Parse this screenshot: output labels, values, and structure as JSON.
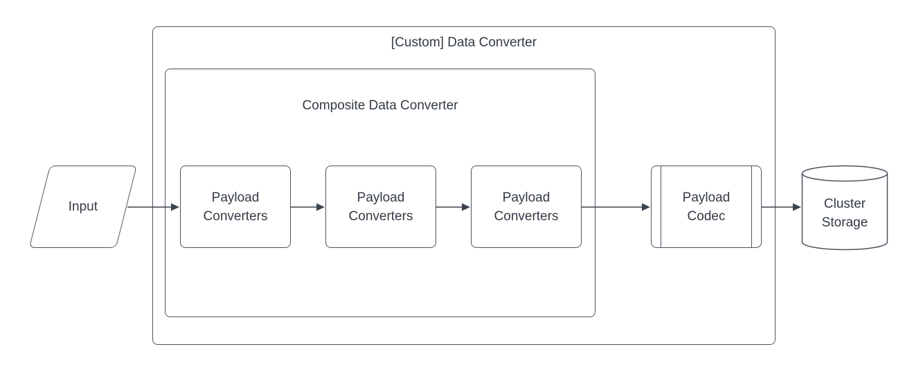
{
  "groups": {
    "outer": {
      "title": "[Custom] Data Converter"
    },
    "inner": {
      "title": "Composite Data Converter"
    }
  },
  "nodes": {
    "input": {
      "label": "Input",
      "shape": "parallelogram"
    },
    "converters": [
      {
        "label": "Payload Converters",
        "shape": "process"
      },
      {
        "label": "Payload Converters",
        "shape": "process"
      },
      {
        "label": "Payload Converters",
        "shape": "process"
      }
    ],
    "codec": {
      "label": "Payload Codec",
      "shape": "predefined-process"
    },
    "storage": {
      "label": "Cluster Storage",
      "shape": "cylinder"
    }
  },
  "colors": {
    "background": "#ffffff",
    "stroke": "#4c525e",
    "text": "#333a45",
    "arrow": "#3c434f"
  }
}
